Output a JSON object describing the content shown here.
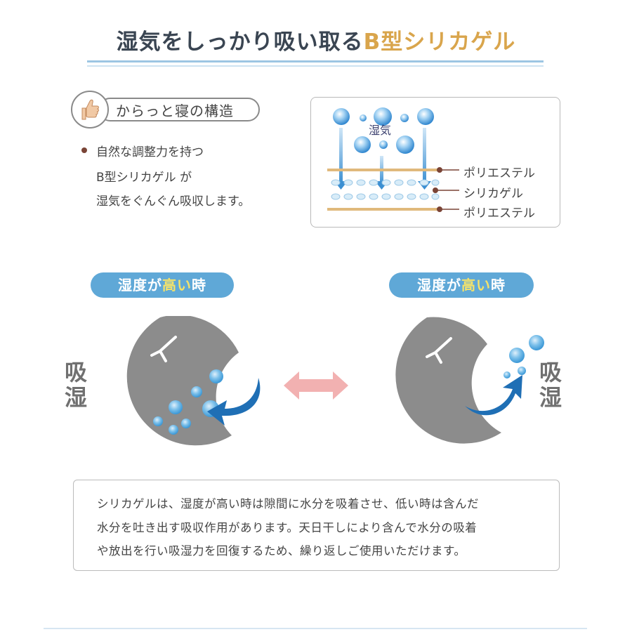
{
  "title": {
    "main": "湿気をしっかり吸い取る",
    "accent": "B型シリカゲル"
  },
  "badge": {
    "label": "からっと寝の構造",
    "icon": "thumbs-up-icon"
  },
  "bullet": {
    "lines": [
      "自然な調整力を持つ",
      "B型シリカゲル が",
      "湿気をぐんぐん吸収します。"
    ]
  },
  "structure": {
    "moisture_label": "湿気",
    "layers": [
      "ポリエステル",
      "シリカゲル",
      "ポリエステル"
    ]
  },
  "states": {
    "left": {
      "pill_prefix": "湿度が",
      "pill_highlight": "高い",
      "pill_suffix": "時",
      "side_label": "吸湿"
    },
    "right": {
      "pill_prefix": "湿度が",
      "pill_highlight": "高い",
      "pill_suffix": "時",
      "side_label": "吸湿"
    }
  },
  "description": {
    "lines": [
      "シリカゲルは、湿度が高い時は隙間に水分を吸着させ、低い時は含んだ",
      "水分を吐き出す吸収作用があります。天日干しにより含んで水分の吸着",
      "や放出を行い吸湿力を回復するため、繰り返しご使用いただけます。"
    ]
  },
  "colors": {
    "accent_gold": "#d9a54c",
    "title_text": "#3a4552",
    "pill_blue": "#5fa8d7",
    "highlight_yellow": "#f3e26a",
    "moon_gray": "#8c8c8c",
    "arrow_blue": "#1f6fb5",
    "exchange_pink": "#f2b1b1"
  }
}
